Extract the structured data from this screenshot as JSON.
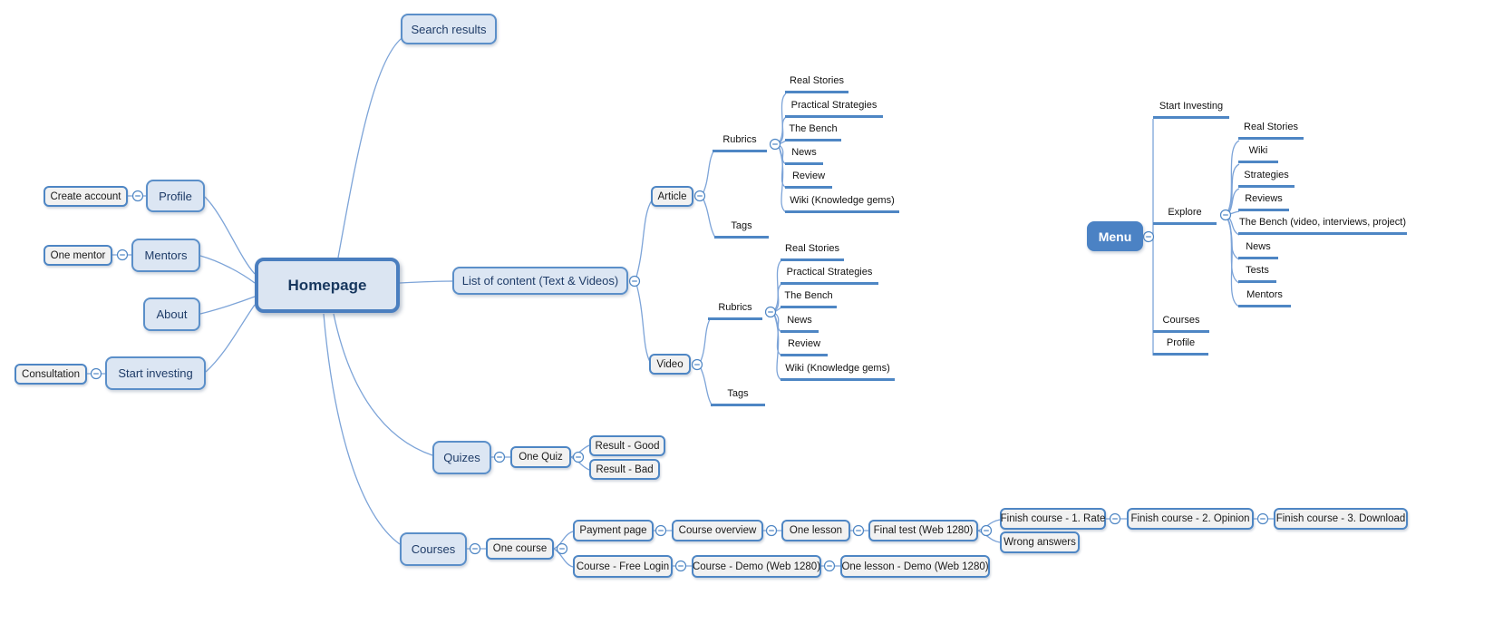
{
  "colors": {
    "accent_border": "#4e86c4",
    "root_border": "#4a7ebf",
    "fill_light_blue": "#dce6f3",
    "fill_gray": "#f1f1f1",
    "menu_fill": "#4b82c4",
    "connector": "#7da4d8",
    "text_dark_blue": "#17375e"
  },
  "map": {
    "homepage": "Homepage",
    "search_results": "Search results",
    "create_account": "Create account",
    "profile": "Profile",
    "one_mentor": "One mentor",
    "mentors": "Mentors",
    "about": "About",
    "consultation": "Consultation",
    "start_investing": "Start investing",
    "list_content": "List of content (Text & Videos)",
    "article": "Article",
    "video": "Video",
    "rubrics": "Rubrics",
    "tags": "Tags",
    "rubric_items": [
      "Real Stories",
      "Practical Strategies",
      "The Bench",
      "News",
      "Review",
      "Wiki (Knowledge gems)"
    ],
    "quizes": "Quizes",
    "one_quiz": "One Quiz",
    "result_good": "Result - Good",
    "result_bad": "Result - Bad",
    "courses": "Courses",
    "one_course": "One course",
    "payment_page": "Payment page",
    "course_overview": "Course overview",
    "one_lesson": "One lesson",
    "final_test": "Final test (Web 1280)",
    "finish_rate": "Finish course - 1. Rate",
    "finish_opinion": "Finish course - 2. Opinion",
    "finish_download": "Finish course - 3. Download",
    "wrong_answers": "Wrong answers",
    "course_free_login": "Course - Free Login",
    "course_demo": "Course - Demo (Web 1280)",
    "one_lesson_demo": "One lesson - Demo (Web 1280)",
    "menu": "Menu",
    "menu_start_investing": "Start Investing",
    "menu_explore": "Explore",
    "menu_courses": "Courses",
    "menu_profile": "Profile",
    "explore_items": [
      "Real Stories",
      "Wiki",
      "Strategies",
      "Reviews",
      "The Bench (video, interviews, project)",
      "News",
      "Tests",
      "Mentors"
    ]
  }
}
